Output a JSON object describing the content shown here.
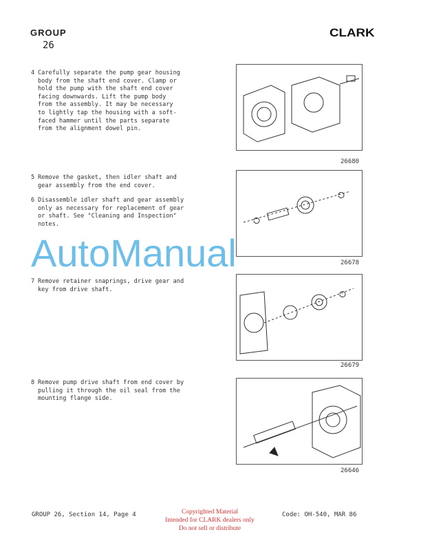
{
  "header": {
    "group_label": "GROUP",
    "group_number": "26",
    "brand": "CLARK"
  },
  "steps": [
    {
      "num": "4",
      "text": "Carefully separate the pump gear housing\nbody from the shaft end cover.  Clamp or\nhold the pump with the shaft end cover\nfacing downwards.  Lift the pump body\nfrom the assembly.  It may be necessary\nto lightly tap the housing with a soft-\nfaced hammer until the parts separate\nfrom the alignment dowel pin."
    },
    {
      "num": "5",
      "text": "Remove the gasket, then idler shaft and\ngear assembly from the end cover."
    },
    {
      "num": "6",
      "text": "Disassemble idler shaft and gear assembly\nonly as necessary for replacement of gear\nor shaft.  See \"Cleaning and Inspection\"\nnotes."
    },
    {
      "num": "7",
      "text": "Remove retainer snaprings, drive gear and\nkey from drive shaft."
    },
    {
      "num": "8",
      "text": "Remove pump drive shaft from end cover by\npulling it through the oil seal from the\nmounting flange side."
    }
  ],
  "figures": [
    {
      "caption": "26680"
    },
    {
      "caption": "26678"
    },
    {
      "caption": "26679"
    },
    {
      "caption": "26646"
    }
  ],
  "footer": {
    "left": "GROUP 26, Section 14, Page 4",
    "right": "Code: OH-540, MAR 86",
    "copyright": [
      "Copyrighted Material",
      "Intended for CLARK dealers only",
      "Do not sell or distribute"
    ]
  },
  "watermark": "AutoManual"
}
